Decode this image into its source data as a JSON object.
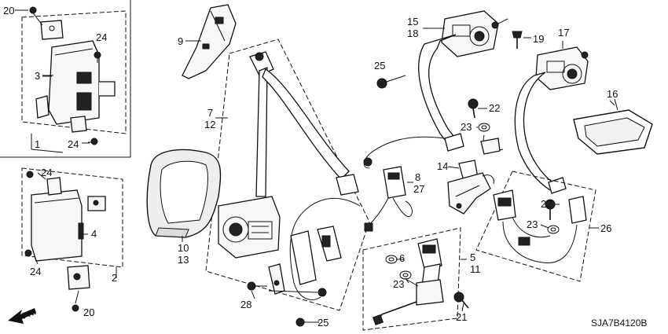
{
  "diagram": {
    "code": "SJA7B4120B",
    "direction_label": "FR.",
    "callouts": [
      {
        "id": "c20a",
        "text": "20"
      },
      {
        "id": "c24a",
        "text": "24"
      },
      {
        "id": "c3",
        "text": "3"
      },
      {
        "id": "c1",
        "text": "1"
      },
      {
        "id": "c24b",
        "text": "24"
      },
      {
        "id": "c24c",
        "text": "24"
      },
      {
        "id": "c4",
        "text": "4"
      },
      {
        "id": "c24d",
        "text": "24"
      },
      {
        "id": "c2",
        "text": "2"
      },
      {
        "id": "c20b",
        "text": "20"
      },
      {
        "id": "c9",
        "text": "9"
      },
      {
        "id": "c7",
        "text": "7"
      },
      {
        "id": "c12",
        "text": "12"
      },
      {
        "id": "c10",
        "text": "10"
      },
      {
        "id": "c13",
        "text": "13"
      },
      {
        "id": "c28",
        "text": "28"
      },
      {
        "id": "c25a",
        "text": "25"
      },
      {
        "id": "c15",
        "text": "15"
      },
      {
        "id": "c18",
        "text": "18"
      },
      {
        "id": "c25b",
        "text": "25"
      },
      {
        "id": "c19",
        "text": "19"
      },
      {
        "id": "c17",
        "text": "17"
      },
      {
        "id": "c16",
        "text": "16"
      },
      {
        "id": "c22a",
        "text": "22"
      },
      {
        "id": "c23a",
        "text": "23"
      },
      {
        "id": "c14",
        "text": "14"
      },
      {
        "id": "c8",
        "text": "8"
      },
      {
        "id": "c27",
        "text": "27"
      },
      {
        "id": "c22b",
        "text": "22"
      },
      {
        "id": "c23b",
        "text": "23"
      },
      {
        "id": "c26",
        "text": "26"
      },
      {
        "id": "c5",
        "text": "5"
      },
      {
        "id": "c11",
        "text": "11"
      },
      {
        "id": "c6",
        "text": "6"
      },
      {
        "id": "c23c",
        "text": "23"
      },
      {
        "id": "c21",
        "text": "21"
      }
    ]
  }
}
